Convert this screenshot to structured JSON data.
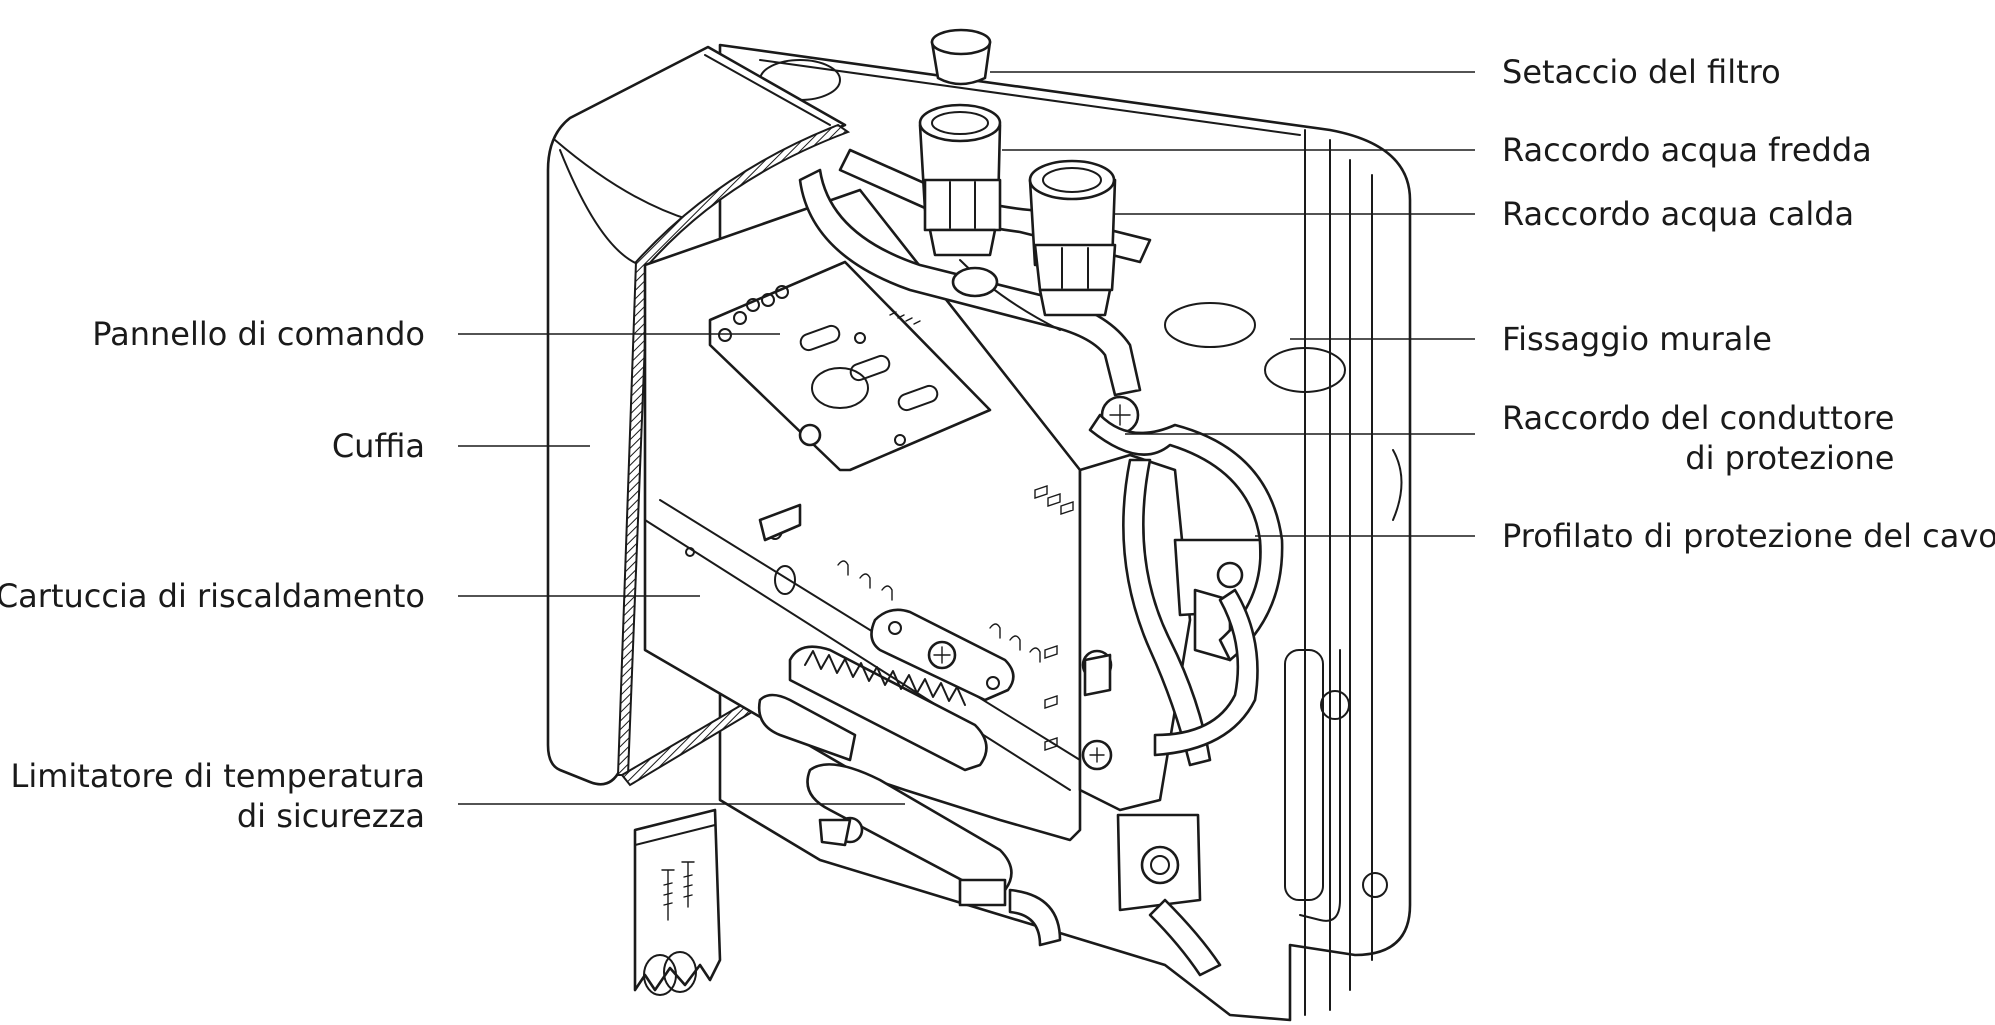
{
  "labels": {
    "left": {
      "control_panel": "Pannello di comando",
      "cover": "Cuffia",
      "heating_cartridge": "Cartuccia di riscaldamento",
      "safety_limiter_line1": "Limitatore di temperatura",
      "safety_limiter_line2": "di sicurezza"
    },
    "right": {
      "filter_sieve": "Setaccio del filtro",
      "cold_water": "Raccordo acqua fredda",
      "hot_water": "Raccordo acqua calda",
      "wall_mount": "Fissaggio murale",
      "earth_conductor_line1": "Raccordo del conduttore",
      "earth_conductor_line2": "di protezione",
      "cable_profile": "Profilato di protezione del cavo"
    }
  }
}
